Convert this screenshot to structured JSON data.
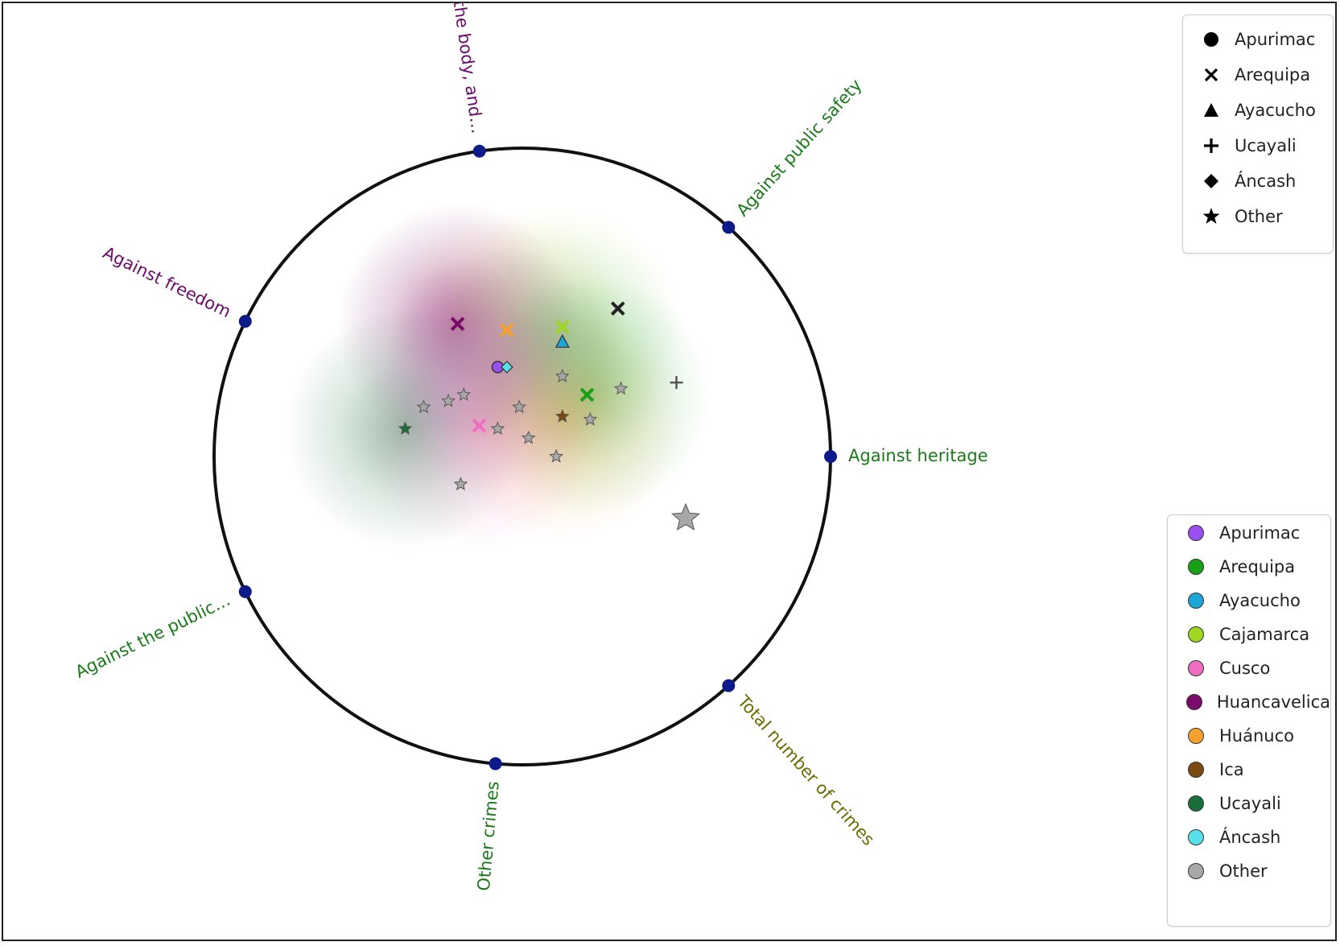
{
  "chart_data": {
    "type": "scatter",
    "subtype": "radviz",
    "anchors": [
      {
        "label": "Against life, the body, and…",
        "angle_deg": 98,
        "color": "#6b0a6b"
      },
      {
        "label": "Against public safety",
        "angle_deg": 48,
        "color": "#1a7a1a"
      },
      {
        "label": "Against heritage",
        "angle_deg": 0,
        "color": "#1a7a1a"
      },
      {
        "label": "Total number of crimes",
        "angle_deg": -48,
        "color": "#6b6b00"
      },
      {
        "label": "Other crimes",
        "angle_deg": -95,
        "color": "#1a7a1a"
      },
      {
        "label": "Against the public…",
        "angle_deg": -154,
        "color": "#1a7a1a"
      },
      {
        "label": "Against freedom",
        "angle_deg": 154,
        "color": "#6b0a6b"
      }
    ],
    "anchor_dot_color": "#0d1a8a",
    "shape_legend": [
      {
        "name": "Apurimac",
        "shape": "circle"
      },
      {
        "name": "Arequipa",
        "shape": "x"
      },
      {
        "name": "Ayacucho",
        "shape": "triangle"
      },
      {
        "name": "Ucayali",
        "shape": "plus"
      },
      {
        "name": "Áncash",
        "shape": "diamond"
      },
      {
        "name": "Other",
        "shape": "star"
      }
    ],
    "color_legend": [
      {
        "name": "Apurimac",
        "color": "#9b4ff0"
      },
      {
        "name": "Arequipa",
        "color": "#19a019"
      },
      {
        "name": "Ayacucho",
        "color": "#1fa6d6"
      },
      {
        "name": "Cajamarca",
        "color": "#9fd61f"
      },
      {
        "name": "Cusco",
        "color": "#f06ec2"
      },
      {
        "name": "Huancavelica",
        "color": "#7a0a6b"
      },
      {
        "name": "Huánuco",
        "color": "#f7a030"
      },
      {
        "name": "Ica",
        "color": "#7a4a10"
      },
      {
        "name": "Ucayali",
        "color": "#1a6e3a"
      },
      {
        "name": "Áncash",
        "color": "#5ae0e8"
      },
      {
        "name": "Other",
        "color": "#a8a8a8"
      }
    ],
    "points": [
      {
        "shape": "circle",
        "color": "#9b4ff0",
        "x": -0.08,
        "y": 0.29,
        "size": 1
      },
      {
        "shape": "diamond",
        "color": "#5ae0e8",
        "x": -0.05,
        "y": 0.29,
        "size": 1
      },
      {
        "shape": "triangle",
        "color": "#1fa6d6",
        "x": 0.13,
        "y": 0.37,
        "size": 1
      },
      {
        "shape": "x",
        "color": "#9fd61f",
        "x": 0.13,
        "y": 0.42,
        "size": 1
      },
      {
        "shape": "x",
        "color": "#222222",
        "x": 0.31,
        "y": 0.48,
        "size": 1
      },
      {
        "shape": "x",
        "color": "#7a0a6b",
        "x": -0.21,
        "y": 0.43,
        "size": 1
      },
      {
        "shape": "x",
        "color": "#f7a030",
        "x": -0.05,
        "y": 0.41,
        "size": 1
      },
      {
        "shape": "x",
        "color": "#19a019",
        "x": 0.21,
        "y": 0.2,
        "size": 1
      },
      {
        "shape": "plus",
        "color": "#555555",
        "x": 0.5,
        "y": 0.24,
        "size": 1
      },
      {
        "shape": "x",
        "color": "#f06ec2",
        "x": -0.14,
        "y": 0.1,
        "size": 1
      },
      {
        "shape": "star",
        "color": "#1a6e3a",
        "x": -0.38,
        "y": 0.09,
        "size": 1
      },
      {
        "shape": "star",
        "color": "#7a4a10",
        "x": 0.13,
        "y": 0.13,
        "size": 1
      },
      {
        "shape": "star",
        "color": "#a8a8a8",
        "x": 0.13,
        "y": 0.26,
        "size": 1
      },
      {
        "shape": "star",
        "color": "#a8a8a8",
        "x": 0.32,
        "y": 0.22,
        "size": 1
      },
      {
        "shape": "star",
        "color": "#a8a8a8",
        "x": -0.32,
        "y": 0.16,
        "size": 1
      },
      {
        "shape": "star",
        "color": "#a8a8a8",
        "x": -0.24,
        "y": 0.18,
        "size": 1
      },
      {
        "shape": "star",
        "color": "#a8a8a8",
        "x": -0.19,
        "y": 0.2,
        "size": 1
      },
      {
        "shape": "star",
        "color": "#a8a8a8",
        "x": -0.01,
        "y": 0.16,
        "size": 1
      },
      {
        "shape": "star",
        "color": "#a8a8a8",
        "x": -0.08,
        "y": 0.09,
        "size": 1
      },
      {
        "shape": "star",
        "color": "#a8a8a8",
        "x": 0.02,
        "y": 0.06,
        "size": 1
      },
      {
        "shape": "star",
        "color": "#a8a8a8",
        "x": 0.22,
        "y": 0.12,
        "size": 1
      },
      {
        "shape": "star",
        "color": "#a8a8a8",
        "x": 0.11,
        "y": 0.0,
        "size": 1
      },
      {
        "shape": "star",
        "color": "#a8a8a8",
        "x": -0.2,
        "y": -0.09,
        "size": 1
      },
      {
        "shape": "star",
        "color": "#a8a8a8",
        "x": 0.53,
        "y": -0.2,
        "size": 2.2
      }
    ],
    "regions": [
      {
        "color": "#7a0a6b",
        "x": -0.21,
        "y": 0.43,
        "strength": 0.55
      },
      {
        "color": "#f7a030",
        "x": -0.05,
        "y": 0.41,
        "strength": 0.3
      },
      {
        "color": "#9fd61f",
        "x": 0.13,
        "y": 0.42,
        "strength": 0.35
      },
      {
        "color": "#1fa6d6",
        "x": 0.13,
        "y": 0.35,
        "strength": 0.22
      },
      {
        "color": "#9b4ff0",
        "x": -0.06,
        "y": 0.29,
        "strength": 0.3
      },
      {
        "color": "#19a019",
        "x": 0.22,
        "y": 0.2,
        "strength": 0.38
      },
      {
        "color": "#1a6e3a",
        "x": -0.38,
        "y": 0.09,
        "strength": 0.45
      },
      {
        "color": "#f06ec2",
        "x": -0.14,
        "y": 0.09,
        "strength": 0.4
      },
      {
        "color": "#f7a030",
        "x": 0.13,
        "y": 0.12,
        "strength": 0.38
      }
    ]
  }
}
